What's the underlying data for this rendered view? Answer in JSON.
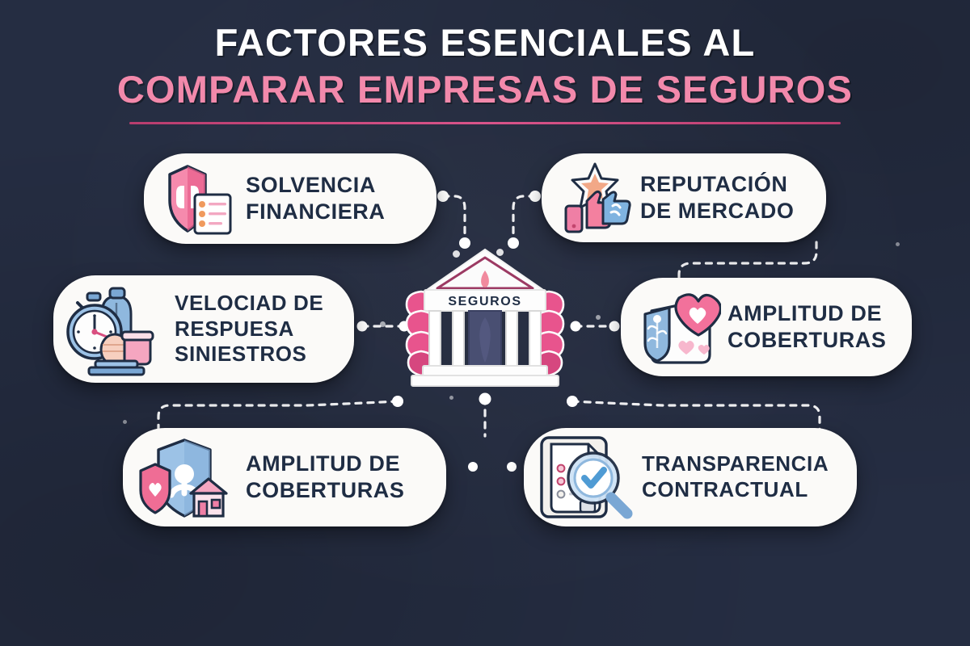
{
  "header": {
    "title_line1": "FACTORES ESENCIALES AL",
    "title_line2": "COMPARAR EMPRESAS DE SEGUROS",
    "title_color_white": "#ffffff",
    "title_color_pink": "#f289ab",
    "rule_color": "#c2457a"
  },
  "theme": {
    "background": "#252d42",
    "card_background": "#fbfaf8",
    "card_text": "#1f2d44",
    "accent_pink": "#ef7fa5",
    "accent_blue": "#8fb8de",
    "connector_color": "#ffffff"
  },
  "center": {
    "name": "bank-building",
    "label": "SEGUROS",
    "label_color": "#1f2d44"
  },
  "cards": [
    {
      "id": "solvencia",
      "label": "SOLVENCIA\nFINANCIERA",
      "icon": "shield-checklist-icon"
    },
    {
      "id": "reputacion",
      "label": "REPUTACIÓN\nDE MERCADO",
      "icon": "star-thumbsup-icon"
    },
    {
      "id": "velocidad",
      "label": "VELOCIAD DE\nRESPUESA\nSINIESTROS",
      "icon": "stopwatch-icon"
    },
    {
      "id": "amplitud_right",
      "label": "AMPLITUD DE\nCOBERTURAS",
      "icon": "heart-shield-icon"
    },
    {
      "id": "amplitud_bottom",
      "label": "AMPLITUD DE\nCOBERTURAS",
      "icon": "shields-house-icon"
    },
    {
      "id": "transparencia",
      "label": "TRANSPARENCIA\nCONTRACTUAL",
      "icon": "document-magnifier-check-icon"
    }
  ]
}
